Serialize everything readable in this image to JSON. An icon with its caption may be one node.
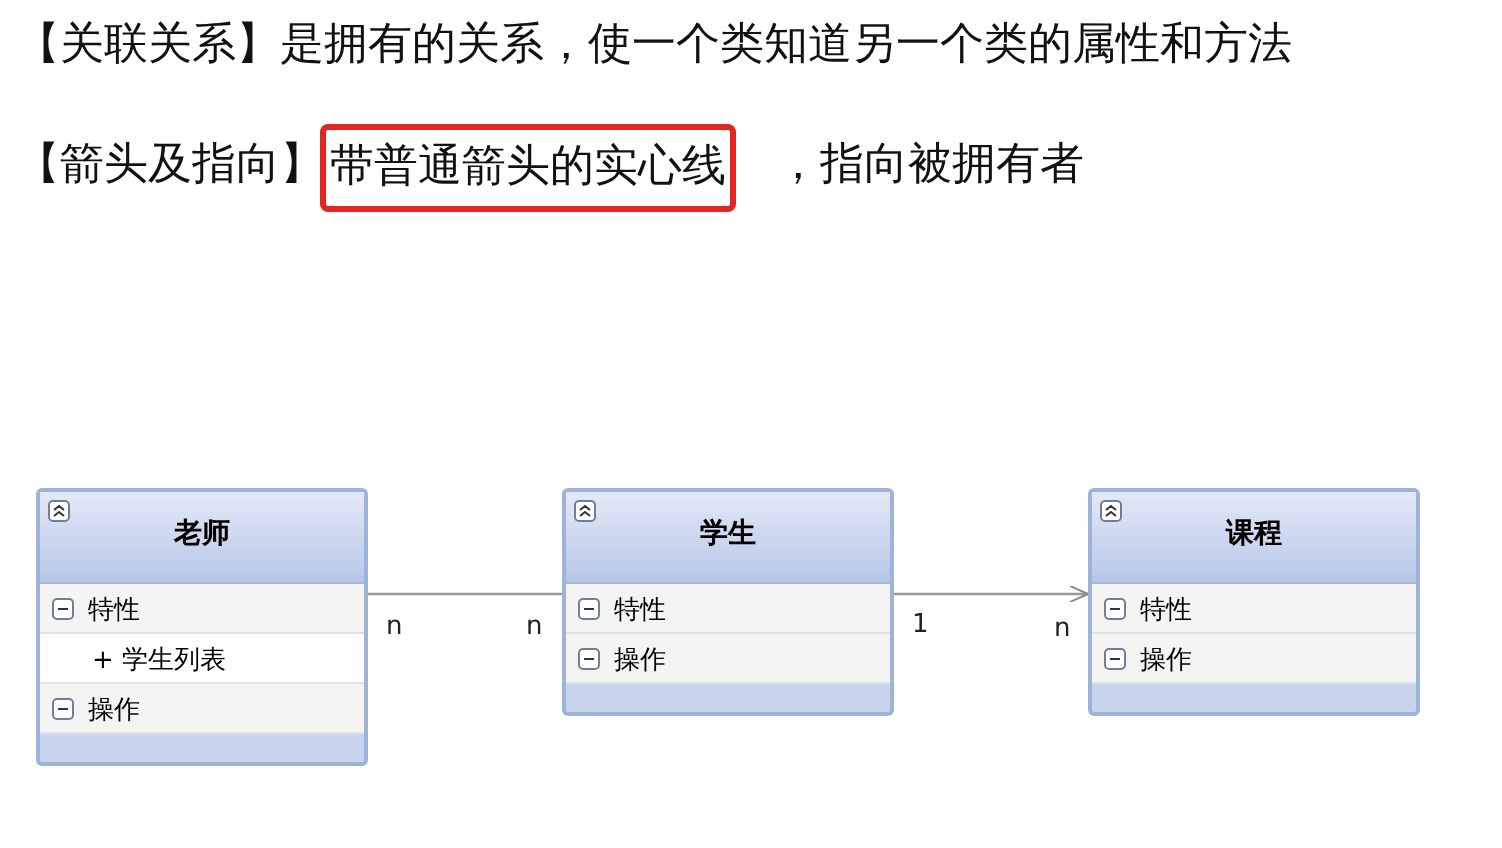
{
  "diagram": {
    "nodes": [
      {
        "text": [
          "带普通箭头的实心线"
        ]
      },
      {
        "text": [
          "老师",
          "特性",
          "+ 学生列表",
          "操作"
        ]
      },
      {
        "text": [
          "学生",
          "特性",
          "操作"
        ]
      },
      {
        "text": [
          "课程",
          "特性",
          "操作"
        ]
      }
    ],
    "edges": [
      {
        "from": 1,
        "to": 2,
        "arrow": "none"
      },
      {
        "from": 2,
        "to": 3,
        "arrow": "to"
      }
    ],
    "labels": [
      "【关联关系】是拥有的关系，使一个类知道另一个类的属性和方法",
      "【箭头及指向】",
      "，指向被拥有者",
      "n",
      "n",
      "1",
      "n"
    ]
  }
}
